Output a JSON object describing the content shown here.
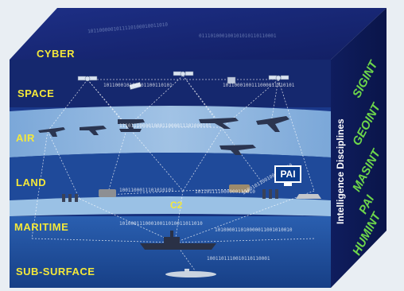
{
  "domains": [
    "CYBER",
    "SPACE",
    "AIR",
    "LAND",
    "MARITIME",
    "SUB-SURFACE"
  ],
  "side_title": "Intelligence Disciplines",
  "disciplines": [
    "SIGINT",
    "GEOINT",
    "MASINT",
    "PAI",
    "HUMINT"
  ],
  "nodes": {
    "pai": "PAI",
    "c2": "C2"
  },
  "binary_streams": [
    "1011000001011110100010011010",
    "011101000100101010110110001",
    "11101110000100011000011101000101",
    "1011000100111000011010101",
    "101100010100001100110101",
    "1001100011101010101",
    "10100011100010011010011011010",
    "101101111000000110010",
    "1001101110010110110001",
    "101000011010000011001010010",
    "11001011001000101110"
  ],
  "colors": {
    "background": "#e9eef3",
    "cube_front": "#13246b",
    "cube_top": "#1a2a78",
    "cube_side": "#0d1a55",
    "band_light": "#9fc9ec",
    "domain_label": "#f4e83a",
    "discipline_label": "#6dd64a"
  }
}
